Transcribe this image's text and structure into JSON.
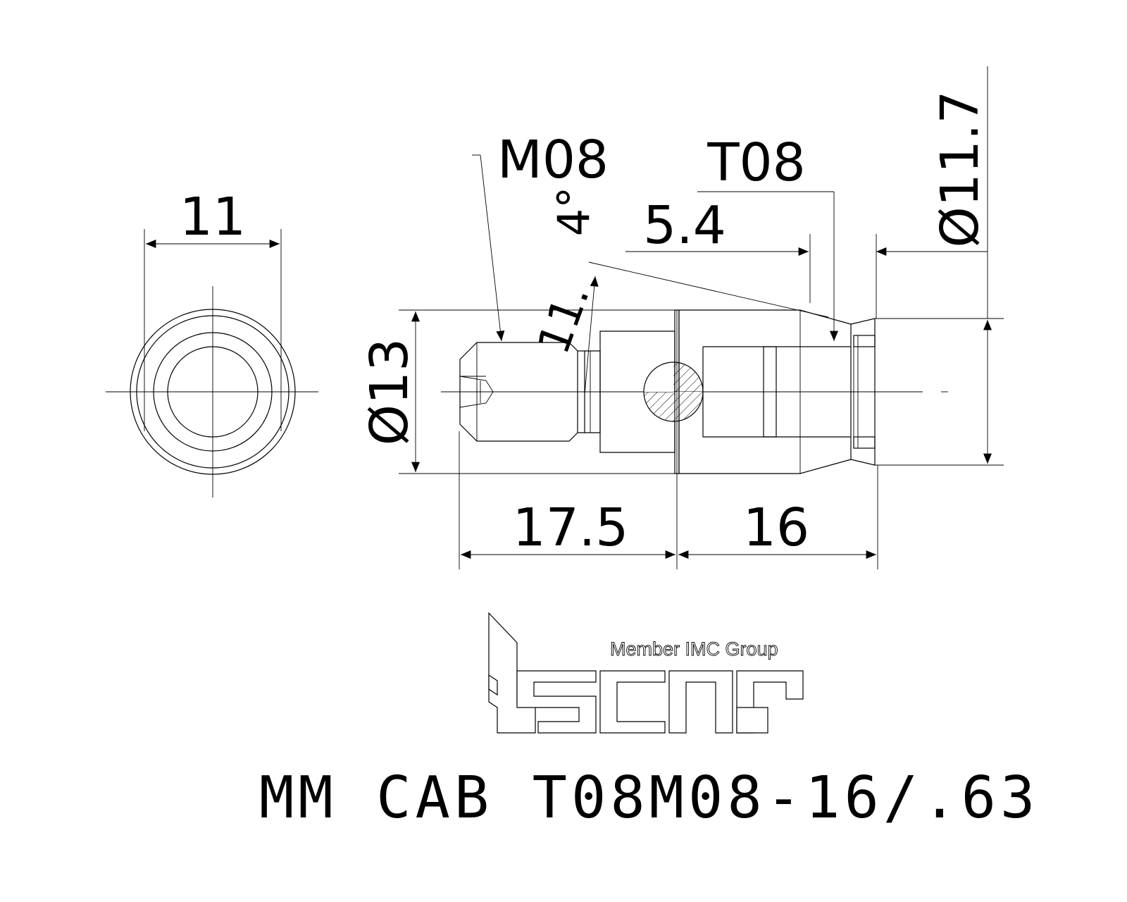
{
  "dimensions": {
    "end_view_width": "11",
    "thread": "M08",
    "angle": "4°",
    "angle_partial": "11.",
    "length_5_4": "5.4",
    "thread_t": "T08",
    "diameter_11_7": "Ø11.7",
    "diameter_13": "Ø13",
    "length_17_5": "17.5",
    "length_16": "16"
  },
  "logo": {
    "tagline": "Member IMC Group",
    "brand": "iscar"
  },
  "title": "MM CAB T08M08-16/.63"
}
